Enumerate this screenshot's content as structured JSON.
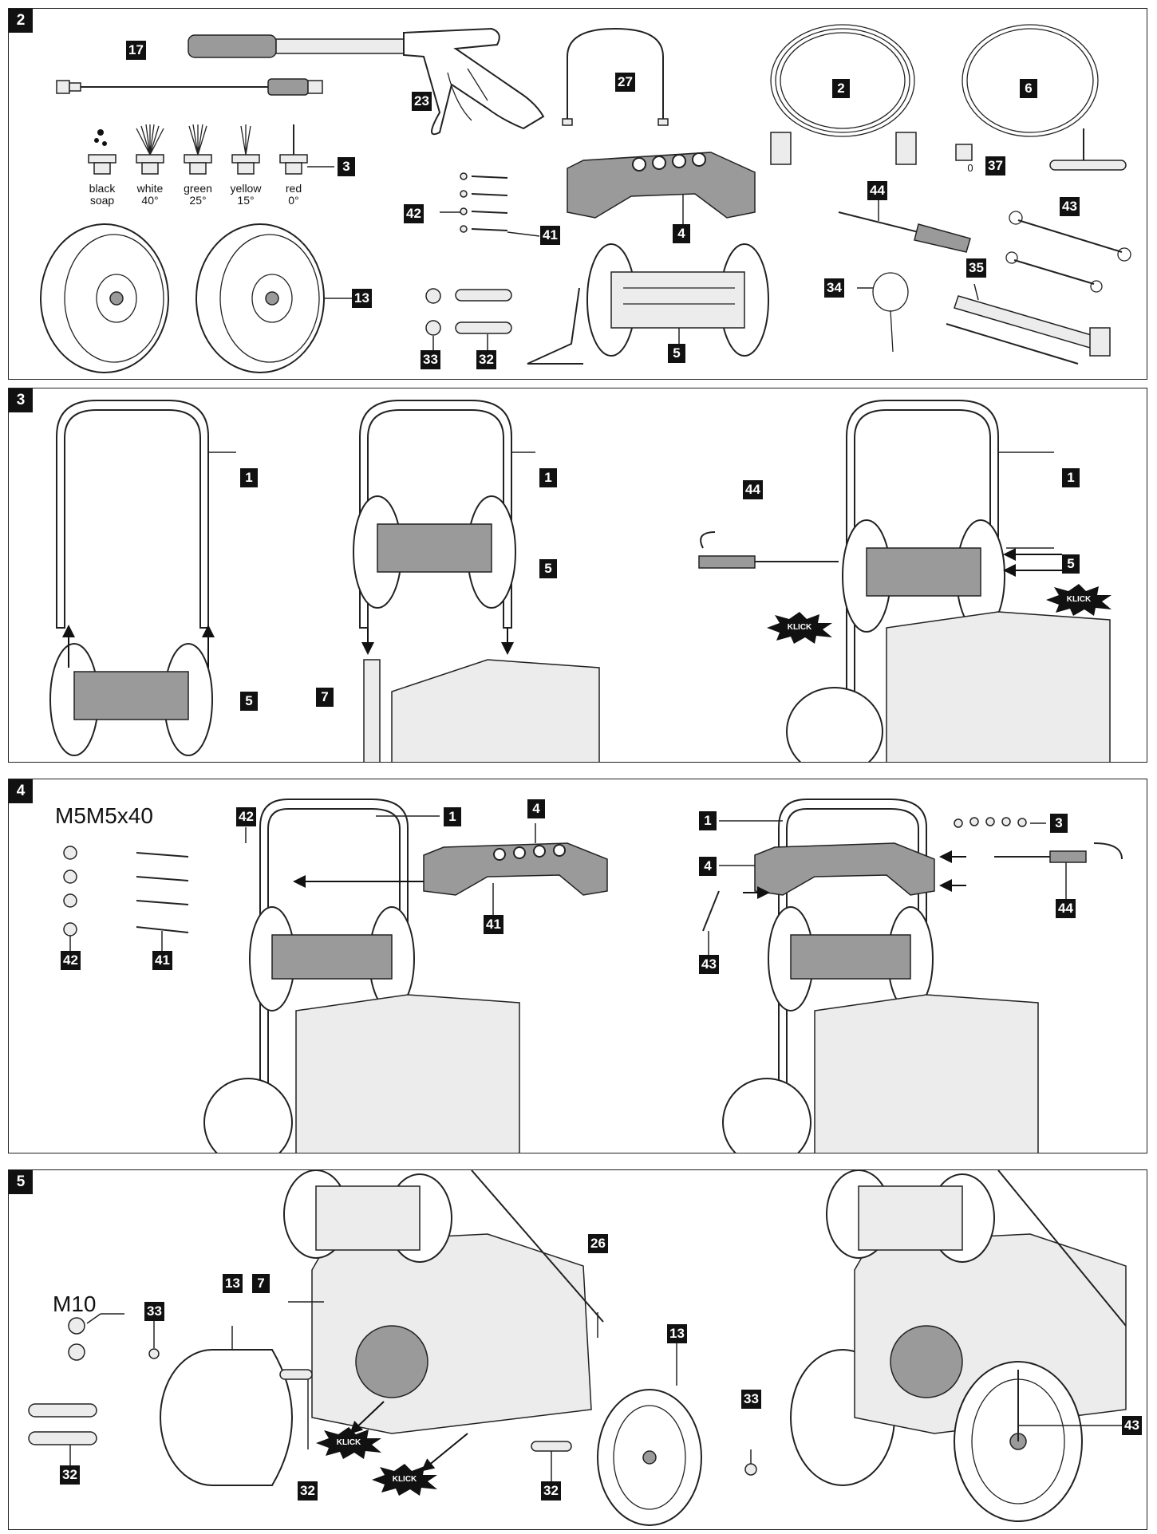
{
  "panels": [
    {
      "number": "2"
    },
    {
      "number": "3"
    },
    {
      "number": "4"
    },
    {
      "number": "5"
    }
  ],
  "panel2": {
    "parts": [
      "17",
      "23",
      "27",
      "2",
      "6",
      "3",
      "37",
      "42",
      "41",
      "4",
      "44",
      "43",
      "13",
      "33",
      "32",
      "5",
      "34",
      "35"
    ],
    "nozzles": [
      {
        "name": "black",
        "detail": "soap"
      },
      {
        "name": "white",
        "detail": "40°"
      },
      {
        "name": "green",
        "detail": "25°"
      },
      {
        "name": "yellow",
        "detail": "15°"
      },
      {
        "name": "red",
        "detail": "0°"
      }
    ],
    "tag37_prefix": "0"
  },
  "panel3": {
    "labels": [
      "1",
      "5",
      "1",
      "5",
      "7",
      "44",
      "1",
      "5"
    ],
    "klick": [
      "KLICK",
      "KLICK"
    ]
  },
  "panel4": {
    "screw_spec": "M5M5x40",
    "labels": [
      "42",
      "1",
      "4",
      "41",
      "42",
      "41",
      "1",
      "3",
      "4",
      "44",
      "43"
    ]
  },
  "panel5": {
    "spec": "M10",
    "labels": [
      "33",
      "13",
      "7",
      "26",
      "13",
      "33",
      "32",
      "32",
      "32",
      "43"
    ],
    "klick": [
      "KLICK",
      "KLICK"
    ]
  }
}
